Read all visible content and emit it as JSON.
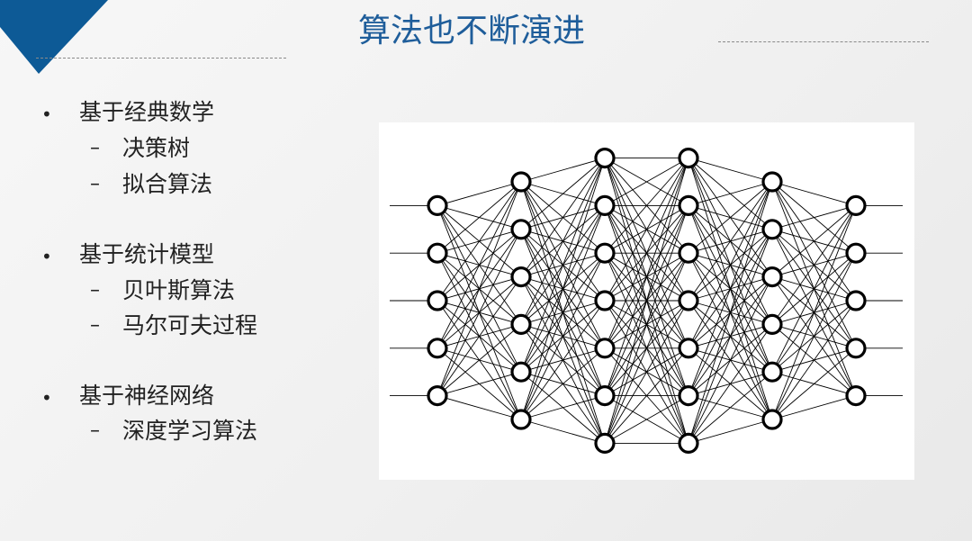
{
  "slide": {
    "title": "算法也不断演进"
  },
  "bullets": [
    {
      "label": "基于经典数学",
      "subitems": [
        "决策树",
        "拟合算法"
      ]
    },
    {
      "label": "基于统计模型",
      "subitems": [
        "贝叶斯算法",
        "马尔可夫过程"
      ]
    },
    {
      "label": "基于神经网络",
      "subitems": [
        "深度学习算法"
      ]
    }
  ],
  "markers": {
    "bullet": "•",
    "dash": "–"
  },
  "colors": {
    "accent": "#0d5a96",
    "title": "#1e5d9a",
    "node_stroke": "#000000",
    "node_fill": "#ffffff"
  },
  "diagram": {
    "type": "fully-connected-neural-network",
    "layer_sizes": [
      5,
      6,
      7,
      7,
      6,
      5
    ],
    "input_lines": true,
    "output_lines": true
  }
}
